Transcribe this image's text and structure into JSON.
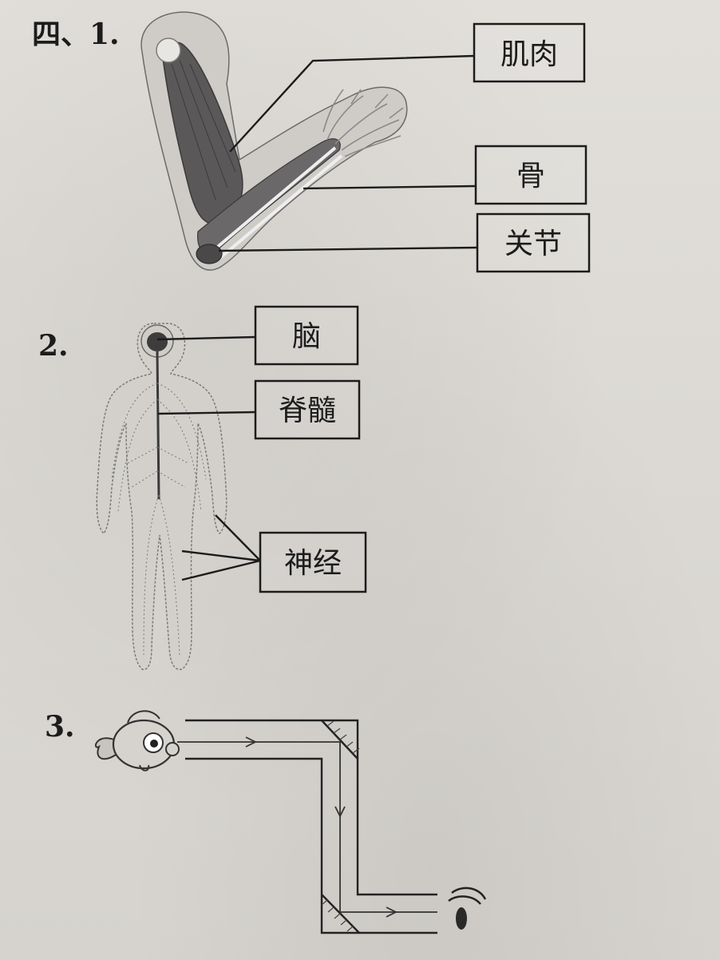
{
  "section1": {
    "number": "四、1.",
    "labels": {
      "muscle": "肌肉",
      "bone": "骨",
      "joint": "关节"
    }
  },
  "section2": {
    "number": "2.",
    "labels": {
      "brain": "脑",
      "spinal_cord": "脊髓",
      "nerves": "神经"
    }
  },
  "section3": {
    "number": "3."
  }
}
